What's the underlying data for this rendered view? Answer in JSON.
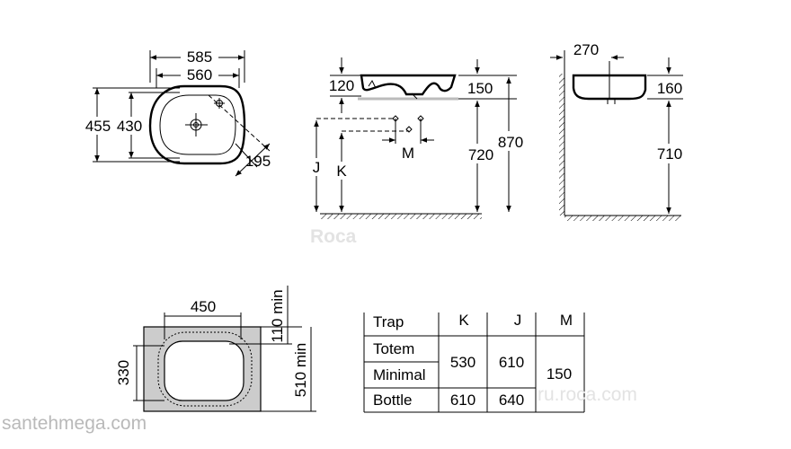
{
  "top_view": {
    "outer_width": "585",
    "inner_width": "560",
    "outer_depth": "455",
    "inner_depth": "430",
    "tap_offset": "195"
  },
  "side_view": {
    "bowl_height": "120",
    "rim_height": "150",
    "trap_J": "J",
    "trap_K": "K",
    "trap_M": "M",
    "rim_to_floor": "720",
    "top_to_floor": "870"
  },
  "end_view": {
    "wall_depth": "270",
    "height": "160",
    "bottom_to_floor": "710"
  },
  "cutout": {
    "width": "450",
    "min_top": "110 min",
    "height": "330",
    "min_total": "510 min"
  },
  "table": {
    "headers": [
      "Trap",
      "K",
      "J",
      "M"
    ],
    "rows": [
      {
        "name": "Totem"
      },
      {
        "name": "Minimal"
      },
      {
        "name": "Bottle"
      }
    ],
    "k_totem_minimal": "530",
    "j_totem_minimal": "610",
    "k_bottle": "610",
    "j_bottle": "640",
    "m_all": "150"
  },
  "watermarks": {
    "left": "santehmega.com",
    "right": "ru.roca.com",
    "brand": "Roca"
  }
}
